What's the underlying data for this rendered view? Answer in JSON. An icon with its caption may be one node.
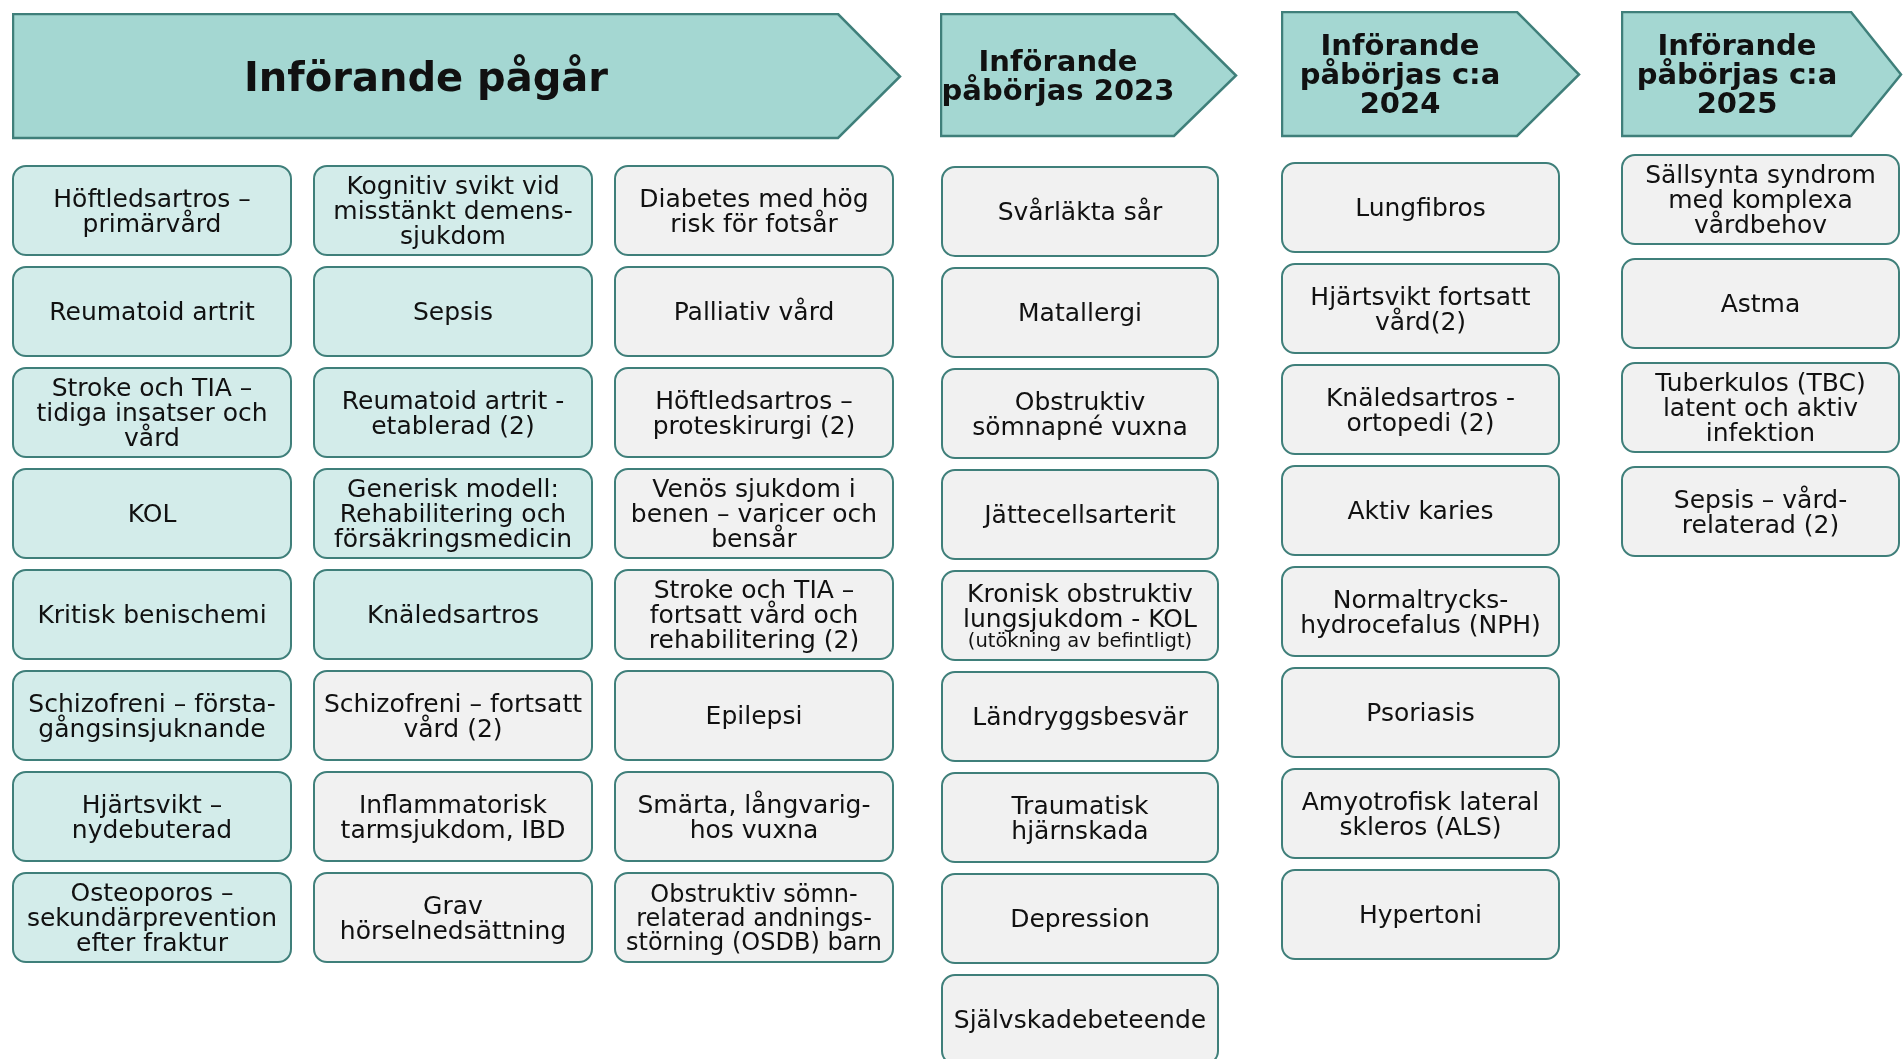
{
  "diagram": {
    "nodes": [
      {
        "text": [
          "Införande pågår"
        ]
      },
      {
        "text": [
          "Höftledsartros – primärvård"
        ]
      },
      {
        "text": [
          "Reumatoid artrit"
        ]
      },
      {
        "text": [
          "Stroke och TIA – tidiga insatser och vård"
        ]
      },
      {
        "text": [
          "KOL"
        ]
      },
      {
        "text": [
          "Kritisk benischemi"
        ]
      },
      {
        "text": [
          "Schizofreni – första-gångsinsjuknande"
        ]
      },
      {
        "text": [
          "Hjärtsvikt – nydebuterad"
        ]
      },
      {
        "text": [
          "Osteoporos – sekundärprevention efter fraktur"
        ]
      },
      {
        "text": [
          "Kognitiv svikt vid misstänkt demens-sjukdom"
        ]
      },
      {
        "text": [
          "Sepsis"
        ]
      },
      {
        "text": [
          "Reumatoid artrit - etablerad (2)"
        ]
      },
      {
        "text": [
          "Generisk modell: Rehabilitering och försäkringsmedicin"
        ]
      },
      {
        "text": [
          "Knäledsartros"
        ]
      },
      {
        "text": [
          "Schizofreni – fortsatt vård (2)"
        ]
      },
      {
        "text": [
          "Inflammatorisk tarmsjukdom, IBD"
        ]
      },
      {
        "text": [
          "Grav hörselnedsättning"
        ]
      },
      {
        "text": [
          "Diabetes med hög risk för fotsår"
        ]
      },
      {
        "text": [
          "Palliativ vård"
        ]
      },
      {
        "text": [
          "Höftledsartros – proteskirurgi (2)"
        ]
      },
      {
        "text": [
          "Venös sjukdom i benen – varicer och bensår"
        ]
      },
      {
        "text": [
          "Stroke och TIA – fortsatt vård och rehabilitering (2)"
        ]
      },
      {
        "text": [
          "Epilepsi"
        ]
      },
      {
        "text": [
          "Smärta, långvarig- hos vuxna"
        ]
      },
      {
        "text": [
          "Obstruktiv sömn-relaterad andnings-störning (OSDB) barn"
        ]
      },
      {
        "text": [
          "Införande påbörjas 2023"
        ]
      },
      {
        "text": [
          "Svårläkta sår"
        ]
      },
      {
        "text": [
          "Matallergi"
        ]
      },
      {
        "text": [
          "Obstruktiv sömnapné vuxna"
        ]
      },
      {
        "text": [
          "Jättecellsarterit"
        ]
      },
      {
        "text": [
          "Kronisk obstruktiv lungsjukdom - KOL",
          "(utökning av befintligt)"
        ]
      },
      {
        "text": [
          "Ländryggsbesvär"
        ]
      },
      {
        "text": [
          "Traumatisk hjärnskada"
        ]
      },
      {
        "text": [
          "Depression"
        ]
      },
      {
        "text": [
          "Självskadebeteende"
        ]
      },
      {
        "text": [
          "Införande påbörjas c:a 2024"
        ]
      },
      {
        "text": [
          "Lungfibros"
        ]
      },
      {
        "text": [
          "Hjärtsvikt fortsatt vård(2)"
        ]
      },
      {
        "text": [
          "Knäledsartros - ortopedi (2)"
        ]
      },
      {
        "text": [
          "Aktiv karies"
        ]
      },
      {
        "text": [
          "Normaltrycks-hydrocefalus (NPH)"
        ]
      },
      {
        "text": [
          "Psoriasis"
        ]
      },
      {
        "text": [
          "Amyotrofisk lateral skleros (ALS)"
        ]
      },
      {
        "text": [
          "Hypertoni"
        ]
      },
      {
        "text": [
          "Införande påbörjas c:a 2025"
        ]
      },
      {
        "text": [
          "Sällsynta syndrom med komplexa vårdbehov"
        ]
      },
      {
        "text": [
          "Astma"
        ]
      },
      {
        "text": [
          "Tuberkulos (TBC) latent och aktiv infektion"
        ]
      },
      {
        "text": [
          "Sepsis – vård-relaterad (2)"
        ]
      }
    ]
  }
}
